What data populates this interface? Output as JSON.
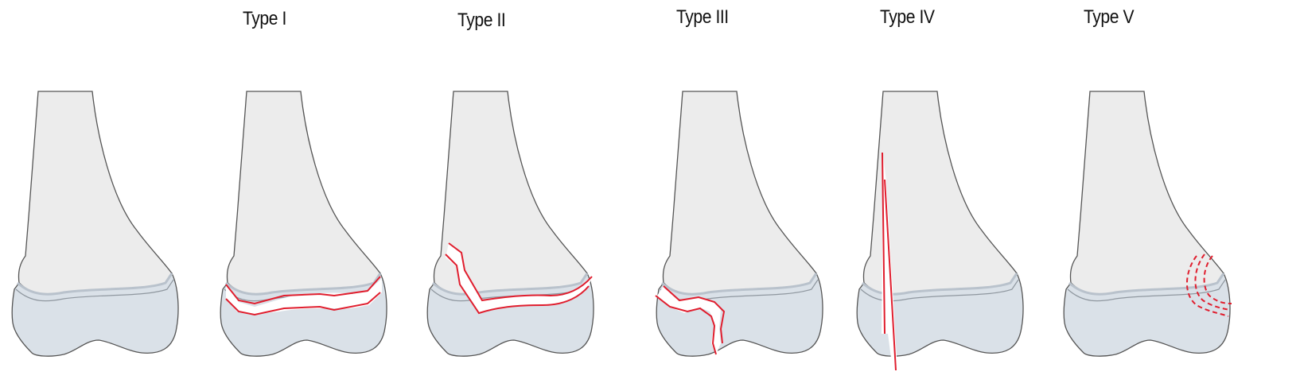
{
  "diagram": {
    "subject": "Salter-Harris classification of physeal fractures (distal femur)",
    "panels": [
      {
        "id": "normal",
        "label": "",
        "fracture": "none"
      },
      {
        "id": "type1",
        "label": "Type I",
        "fracture": "transverse separation through the physis"
      },
      {
        "id": "type2",
        "label": "Type II",
        "fracture": "through physis and up into metaphysis"
      },
      {
        "id": "type3",
        "label": "Type III",
        "fracture": "through physis and down through epiphysis"
      },
      {
        "id": "type4",
        "label": "Type IV",
        "fracture": "vertical through metaphysis, physis and epiphysis"
      },
      {
        "id": "type5",
        "label": "Type V",
        "fracture": "crush injury to the physis (dashed)"
      }
    ],
    "colors": {
      "metaphysis_fill": "#ececec",
      "epiphysis_fill": "#dae1e8",
      "physis_band": "#c9d1da",
      "outline": "#555555",
      "fracture_line": "#e01e2e"
    }
  }
}
